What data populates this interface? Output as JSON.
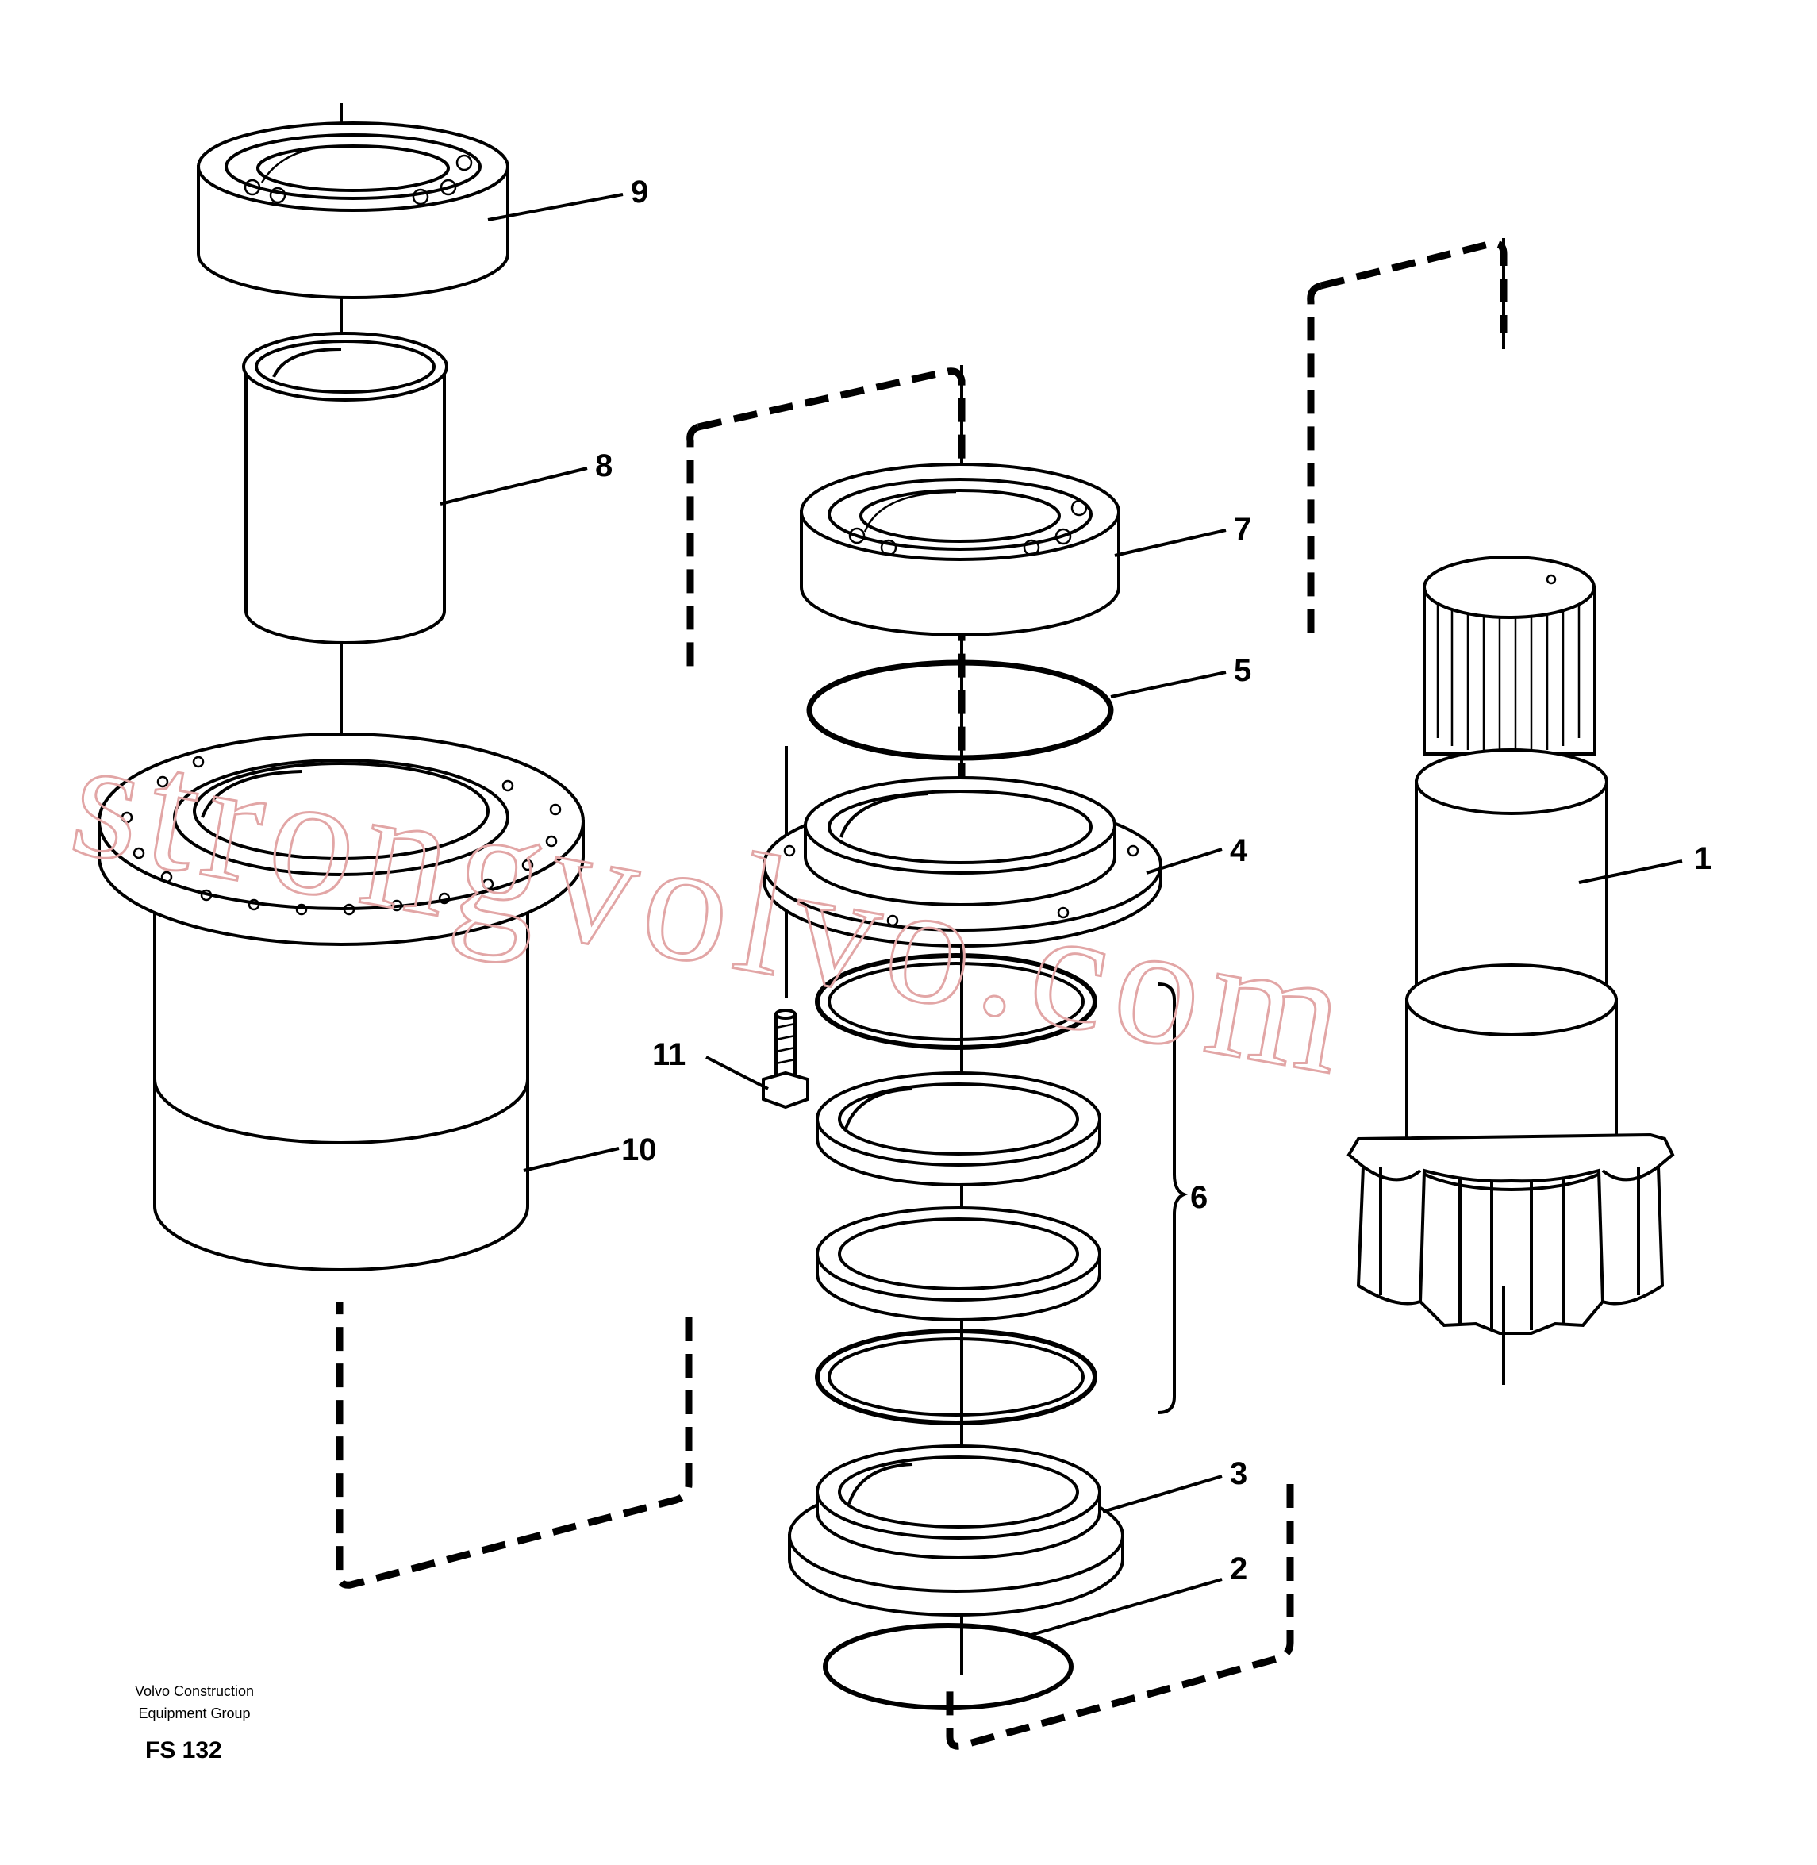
{
  "watermark": "strongvolvo.com",
  "callouts": {
    "p1": "1",
    "p2": "2",
    "p3": "3",
    "p4": "4",
    "p5": "5",
    "p6": "6",
    "p7": "7",
    "p8": "8",
    "p9": "9",
    "p10": "10",
    "p11": "11"
  },
  "footer": {
    "line1": "Volvo Construction",
    "line2": "Equipment Group",
    "code": "FS 132"
  }
}
